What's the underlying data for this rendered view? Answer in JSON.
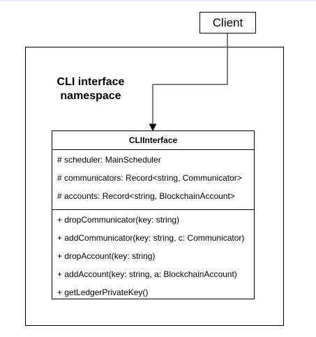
{
  "client": {
    "label": "Client"
  },
  "namespace": {
    "title_line1": "CLI interface",
    "title_line2": "namespace"
  },
  "class": {
    "name": "CLIInterface",
    "attributes": [
      "# scheduler: MainScheduler",
      "# communicators: Record<string, Communicator>",
      "# accounts: Record<string, BlockchainAccount>"
    ],
    "methods": [
      "+ dropCommunicator(key: string)",
      "+ addCommunicator(key: string, c: Communicator)",
      "+ dropAccount(key: string)",
      "+ addAccount(key: string, a: BlockchainAccount)",
      "+ getLedgerPrivateKey()"
    ]
  }
}
